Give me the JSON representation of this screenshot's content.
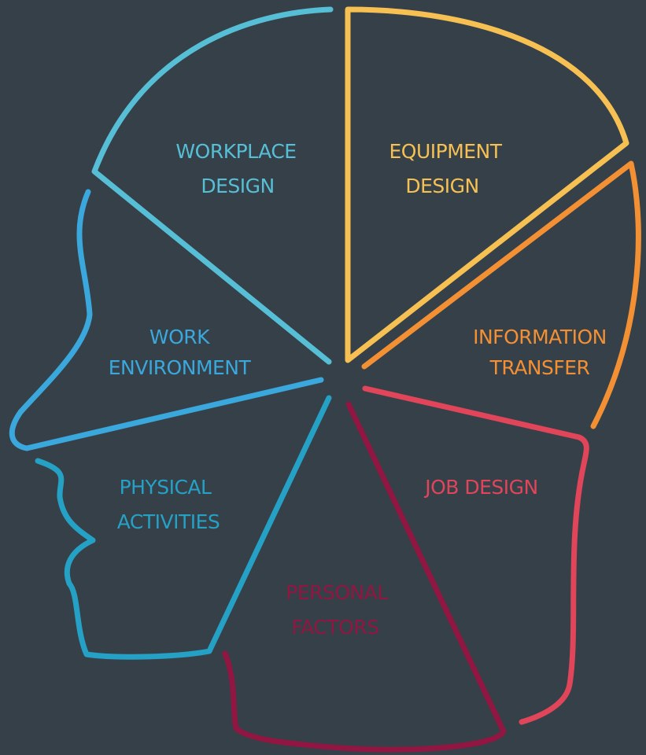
{
  "colors": {
    "background": "#364049",
    "workplace_design": "#56bfd6",
    "equipment_design": "#f6c052",
    "information_transfer": "#f39034",
    "job_design": "#e0455a",
    "personal_factors": "#911641",
    "physical_activities": "#25a1c6",
    "work_environment": "#3aa8dc"
  },
  "segments": {
    "workplace_design": {
      "line1": "WORKPLACE",
      "line2": "DESIGN"
    },
    "equipment_design": {
      "line1": "EQUIPMENT",
      "line2": "DESIGN"
    },
    "information_transfer": {
      "line1": "INFORMATION",
      "line2": "TRANSFER"
    },
    "job_design": {
      "line1": "JOB DESIGN"
    },
    "personal_factors": {
      "line1": "PERSONAL",
      "line2": "FACTORS"
    },
    "physical_activities": {
      "line1": "PHYSICAL",
      "line2": "ACTIVITIES"
    },
    "work_environment": {
      "line1": "WORK",
      "line2": "ENVIRONMENT"
    }
  }
}
